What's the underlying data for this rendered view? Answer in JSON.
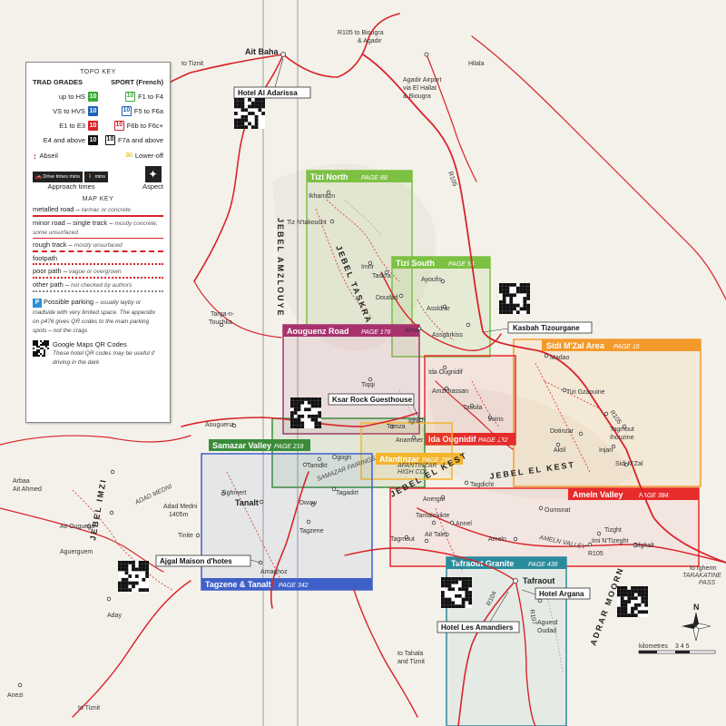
{
  "key": {
    "topo_title": "TOPO KEY",
    "trad_head": "TRAD GRADES",
    "sport_head": "SPORT (French)",
    "grades": [
      {
        "trad": "up to HS",
        "trad_num": "10",
        "sport_num": "10",
        "sport": "F1 to F4",
        "color": "#3aa935"
      },
      {
        "trad": "VS to HVS",
        "trad_num": "10",
        "sport_num": "10",
        "sport": "F5 to F6a",
        "color": "#1f63b8"
      },
      {
        "trad": "E1 to E3",
        "trad_num": "10",
        "sport_num": "10",
        "sport": "F6b to F6c+",
        "color": "#d8232a"
      },
      {
        "trad": "E4 and above",
        "trad_num": "10",
        "sport_num": "10",
        "sport": "F7a and above",
        "color": "#111111"
      }
    ],
    "abseil": "Abseil",
    "lower_off": "Lower-off",
    "drive_times": "Drive times mins",
    "mins": "mins",
    "approach": "Approach times",
    "aspect": "Aspect",
    "map_key_title": "MAP KEY",
    "lines": [
      {
        "label": "metalled road",
        "note": "tarmac or concrete",
        "color": "#d8232a",
        "style": "solid"
      },
      {
        "label": "minor road – single track",
        "note": "mostly concrete, some unsurfaced",
        "color": "#d8232a",
        "style": "thin"
      },
      {
        "label": "rough track",
        "note": "mostly unsurfaced",
        "color": "#d8232a",
        "style": "dashed"
      },
      {
        "label": "footpath",
        "note": "",
        "color": "#d8232a",
        "style": "dotted"
      },
      {
        "label": "poor path",
        "note": "vague or overgrown",
        "color": "#d8232a",
        "style": "sparse"
      },
      {
        "label": "other path",
        "note": "not checked by authors",
        "color": "#888888",
        "style": "dotted"
      }
    ],
    "parking_letter": "P",
    "parking_label": "Possible parking",
    "parking_note": "– usually layby or roadside with very limited space. The appendix on p476 gives QR codes to the main parking spots – not the crags",
    "qr_label": "Google Maps QR Codes",
    "qr_note": "These hotel QR codes may be useful if driving in the dark"
  },
  "areas": [
    {
      "title": "Tizi North",
      "page": "PAGE 88",
      "color": "#7dc143"
    },
    {
      "title": "Tizi South",
      "page": "PAGE 54",
      "color": "#7dc143"
    },
    {
      "title": "Aouguenz Road",
      "page": "PAGE 176",
      "color": "#a8326e"
    },
    {
      "title": "Sidi M'Zal Area",
      "page": "PAGE 16",
      "color": "#f39a2c"
    },
    {
      "title": "Ida Ougnidif",
      "page": "PAGE 132",
      "color": "#e62b2b"
    },
    {
      "title": "Samazar Valley",
      "page": "PAGE 218",
      "color": "#3a8c3a"
    },
    {
      "title": "Afantinzar",
      "page": "PAGE 298",
      "color": "#f3b52c"
    },
    {
      "title": "Ameln Valley",
      "page": "PAGE 384",
      "color": "#e62b2b"
    },
    {
      "title": "Tafraout Granite",
      "page": "PAGE 438",
      "color": "#2a8b9c"
    },
    {
      "title": "Tagzene & Tanalt",
      "page": "PAGE 342",
      "color": "#3f60c8"
    }
  ],
  "callouts": {
    "hotel_adarissa": "Hotel Al Adarissa",
    "kasbah": "Kasbah Tizourgane",
    "ksar_rock": "Ksar Rock Guesthouse",
    "ajgal": "Ajgal Maison d'hotes",
    "hotel_argana": "Hotel Argana",
    "hotel_amandiers": "Hotel Les Amandiers"
  },
  "places": {
    "ait_baha": "Ait Baha",
    "to_tiznit_top": "to Tiznit",
    "r105_biougra": "R105 to Biougra",
    "and_agadir": "& Agadir",
    "agadir_airport": "Agadir Airport",
    "via_el_hallat": "via El Hallat",
    "and_biougra": "& Biougra",
    "hilala": "Hilala",
    "r105_a": "R105",
    "ikharrazn": "Ikharrazn",
    "tiz_ntakoucht": "Tiz N'takoucht",
    "imrir": "Imrir",
    "taskra": "Taskra",
    "doudad": "Doudad",
    "ayoufis": "Ayoufis",
    "assldrar": "Assldrar",
    "alma": "Alma",
    "assghrkiss": "Assghrkiss",
    "targa_1": "Targa-n-",
    "targa_2": "Touchka",
    "tiqqi": "Tiqqi",
    "madao": "Madao",
    "ida_ougnidif": "Ida Ougnidif",
    "amzkhassan": "Amzkhassan",
    "tassila": "Tassila",
    "imiris": "Imiris",
    "tizi_gzaouine": "Tizi Gzaouine",
    "r105_b": "R105",
    "tagmout_1": "Tagmout",
    "ihouzine": "Ihouzine",
    "dotinzar": "Dotinzar",
    "aktil": "Aktil",
    "injan": "Injan",
    "sidi_mzal": "Sidi M'Zal",
    "aouguenz": "Aouguenz",
    "tamza": "Tamza",
    "ighir": "Ighir",
    "anammer": "Anammer",
    "ogogn": "Ogogn",
    "tamdkt": "Tamdkt",
    "samazar_fairings": "SAMAZAR FAIRINGS",
    "afantinzar_1": "AFANTINZAR",
    "afantinzar_2": "HIGH COL",
    "tagadirt": "Tagadirt",
    "dwaw": "Dwaw",
    "tagzene": "Tagzene",
    "tighmert": "Tighmert",
    "tanalt": "Tanalt",
    "arbaa_1": "Arbaa",
    "arbaa_2": "Ait Ahmed",
    "adad_medni": "ADAD MEDNI",
    "adad_medni_2": "Adad Medni",
    "adad_medni_h": "1405m",
    "tinite": "Tinite",
    "ait_ouguejja": "Ait Ouguejja",
    "aguerguem": "Aguerguem",
    "amaghoz": "Amaghoz",
    "aday": "Aday",
    "to_tiznit_bottom": "to Tiznit",
    "anezi": "Anezi",
    "tagdicht": "Tagdicht",
    "anergui": "Anergui",
    "tamalouikte": "Tamalouikte",
    "annel": "Annel",
    "oumsnat": "Oumsnat",
    "ait_taleb": "Ait Taleb",
    "ameln": "Ameln",
    "ameln_valley": "AMELN VALLEY",
    "tizght": "Tizght",
    "imi_ntizeght": "Imi N'Tizeght",
    "tighhalt": "Tifghalt",
    "r105_c": "R105",
    "tarakatine_1": "TARAKATINE",
    "tarakatine_2": "PASS",
    "to_igherm": "to Igherm",
    "tafraout": "Tafraout",
    "r104": "R104",
    "r107": "R107",
    "aguerd_1": "Aguerd",
    "aguerd_2": "Oudad",
    "tagmout_2": "Tagmout",
    "to_tahala_1": "to Tahala",
    "to_tahala_2": "and Tiznit",
    "km_label": "kilometres",
    "km_ticks": "3   4   5"
  },
  "ridges": {
    "amzlouye": "JEBEL AMZLOUYE",
    "taskra": "JEBEL TASKRA",
    "el_kest_1": "JEBEL EL KEST",
    "el_kest_2": "JEBEL EL KEST",
    "imzi": "JEBEL IMZI",
    "adrar_moorn": "ADRAR MOORN"
  },
  "compass": {
    "n": "N"
  },
  "colors": {
    "road": "#d8232a",
    "footpath": "#cc3333",
    "relief": "#c7c2b6",
    "background": "#f4f1ea"
  }
}
